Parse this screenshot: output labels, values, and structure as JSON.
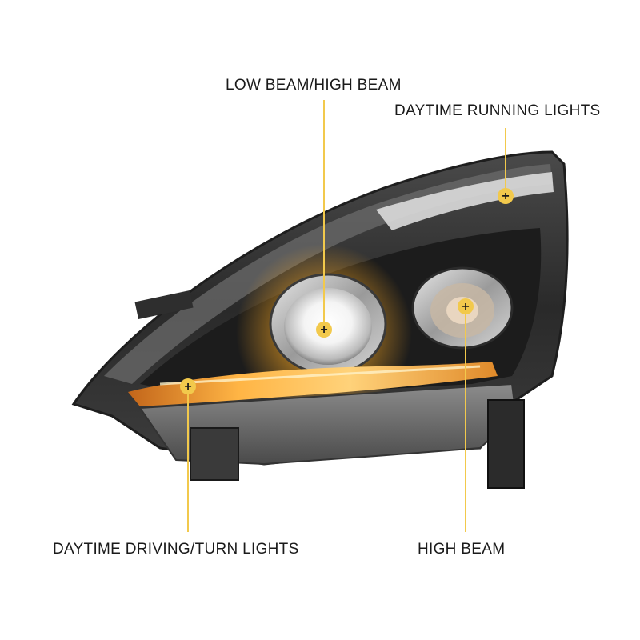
{
  "image": {
    "subject": "car-headlight-assembly",
    "accent_color": "#f2c94c",
    "amber_color": "#f5a623"
  },
  "callouts": {
    "low_high_beam": "LOW BEAM/HIGH BEAM",
    "daytime_running_lights": "DAYTIME RUNNING LIGHTS",
    "daytime_driving_turn_lights": "DAYTIME DRIVING/TURN LIGHTS",
    "high_beam": "HIGH BEAM"
  },
  "markers": {
    "symbol": "+"
  }
}
